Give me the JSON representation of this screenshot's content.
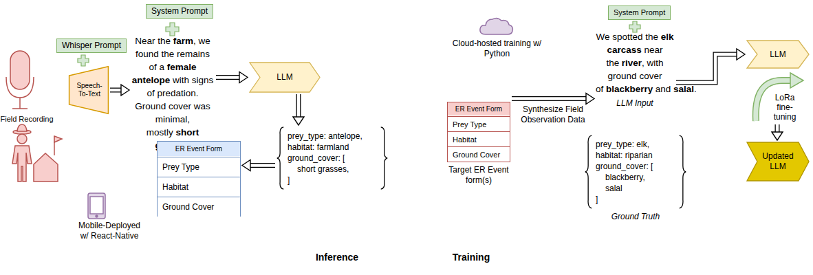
{
  "diagram": {
    "nodes": [
      {
        "text": [
          "Whisper Prompt"
        ]
      },
      {
        "text": [
          "System Prompt"
        ]
      },
      {
        "text": [
          "Speech-To-Text"
        ]
      },
      {
        "text": [
          "Near the",
          "farm",
          ", we found the remains of a",
          "female antelope",
          "with signs of predation. Ground cover was minimal, mostly",
          "short grasses"
        ]
      },
      {
        "text": [
          "LLM"
        ]
      },
      {
        "text": [
          "ER Event Form"
        ]
      },
      {
        "text": [
          "Prey Type"
        ],
        "in": 5
      },
      {
        "text": [
          "Habitat"
        ],
        "in": 5
      },
      {
        "text": [
          "Ground Cover"
        ],
        "in": 5
      },
      {
        "text": [
          "prey_type: antelope,",
          "habitat: farmland",
          "ground_cover: [",
          "short grasses,",
          "]"
        ]
      },
      {
        "text": [
          "ER Event Form"
        ]
      },
      {
        "text": [
          "Prey Type"
        ],
        "in": 10
      },
      {
        "text": [
          "Habitat"
        ],
        "in": 10
      },
      {
        "text": [
          "Ground Cover"
        ],
        "in": 10
      },
      {
        "text": [
          "System Prompt"
        ]
      },
      {
        "text": [
          "We spotted the",
          "elk carcass",
          "near the",
          "river",
          ", with ground cover of",
          "blackberry",
          "and",
          "salal",
          "."
        ]
      },
      {
        "text": [
          "prey_type: elk,",
          "habitat: riparian",
          "ground_cover: [",
          "blackberry,",
          "salal",
          "]"
        ]
      },
      {
        "text": [
          "LLM"
        ]
      },
      {
        "text": [
          "LoRa fine-tuning"
        ]
      },
      {
        "text": [
          "Updated LLM"
        ]
      }
    ],
    "edges": [
      {
        "from": 2,
        "to": 3,
        "arrow": "to"
      },
      {
        "from": 3,
        "to": 4,
        "arrow": "to"
      },
      {
        "from": 4,
        "to": 9,
        "arrow": "to"
      },
      {
        "from": 9,
        "to": 5,
        "arrow": "to"
      },
      {
        "from": 10,
        "to": 15,
        "label": "Synthesize Field Observation Data",
        "arrow": "to"
      },
      {
        "from": 15,
        "to": 17,
        "arrow": "to"
      },
      {
        "from": 18,
        "to": 19,
        "arrow": "to"
      }
    ],
    "labels": [
      "Field Recording",
      "Mobile-Deployed w/ React-Native",
      "Inference",
      "Training",
      "Cloud-hosted training w/ Python",
      "Target ER Event form(s)",
      "LLM Input",
      "Ground Truth"
    ]
  }
}
